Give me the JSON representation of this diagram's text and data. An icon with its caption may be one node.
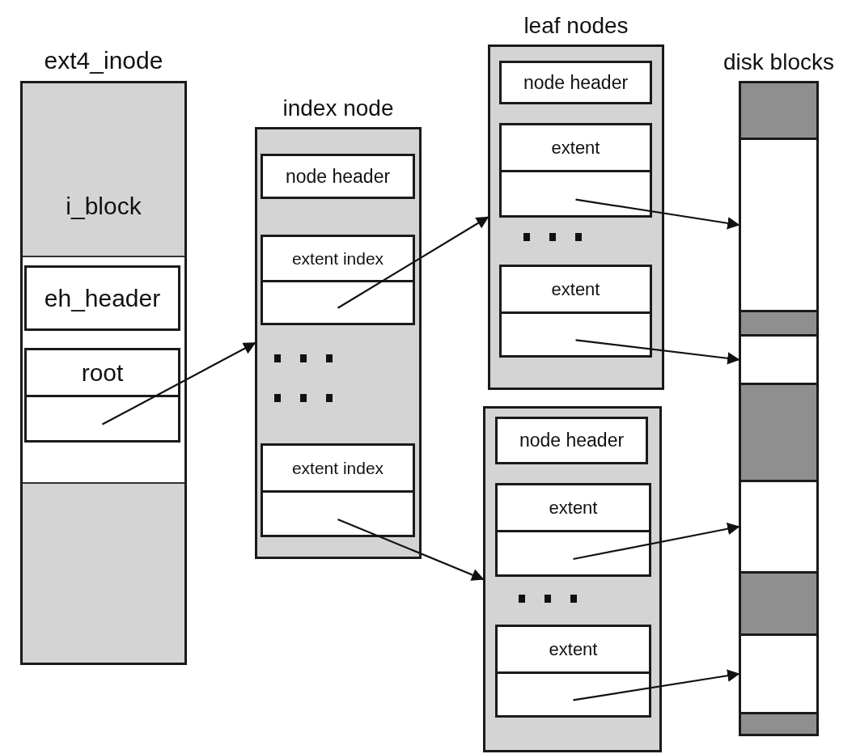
{
  "diagram": {
    "nodes": [
      {
        "text": [
          "ext4_inode",
          "i_block"
        ]
      },
      {
        "text": [
          "eh_header"
        ],
        "in": 0
      },
      {
        "text": [
          "root"
        ],
        "in": 0
      },
      {
        "text": [],
        "shape": "box",
        "in": 2
      },
      {
        "text": [
          "index node"
        ]
      },
      {
        "text": [
          "node header"
        ],
        "in": 4
      },
      {
        "text": [
          "extent index"
        ],
        "in": 4
      },
      {
        "text": [],
        "shape": "box",
        "in": 6
      },
      {
        "text": [
          "extent index"
        ],
        "in": 4
      },
      {
        "text": [],
        "shape": "box",
        "in": 8
      },
      {
        "text": [
          "leaf nodes"
        ]
      },
      {
        "text": [
          "node header"
        ],
        "in": 10
      },
      {
        "text": [
          "extent"
        ],
        "in": 10
      },
      {
        "text": [],
        "shape": "box",
        "in": 12
      },
      {
        "text": [
          "extent"
        ],
        "in": 10
      },
      {
        "text": [],
        "shape": "box",
        "in": 14
      },
      {
        "text": [],
        "shape": "box"
      },
      {
        "text": [
          "node header"
        ],
        "in": 16
      },
      {
        "text": [
          "extent"
        ],
        "in": 16
      },
      {
        "text": [],
        "shape": "box",
        "in": 18
      },
      {
        "text": [
          "extent"
        ],
        "in": 16
      },
      {
        "text": [],
        "shape": "box",
        "in": 20
      },
      {
        "text": [
          "disk blocks"
        ]
      },
      {
        "text": [],
        "shape": "box",
        "in": 22
      },
      {
        "text": [],
        "shape": "box",
        "in": 22
      },
      {
        "text": [],
        "shape": "box",
        "in": 22
      },
      {
        "text": [],
        "shape": "box",
        "in": 22
      }
    ],
    "edges": [
      {
        "from": 3,
        "to": 4,
        "arrow": "to"
      },
      {
        "from": 7,
        "to": 10,
        "arrow": "to"
      },
      {
        "from": 9,
        "to": 16,
        "arrow": "to"
      },
      {
        "from": 13,
        "to": 23,
        "arrow": "to"
      },
      {
        "from": 15,
        "to": 24,
        "arrow": "to"
      },
      {
        "from": 19,
        "to": 25,
        "arrow": "to"
      },
      {
        "from": 21,
        "to": 26,
        "arrow": "to"
      }
    ]
  }
}
